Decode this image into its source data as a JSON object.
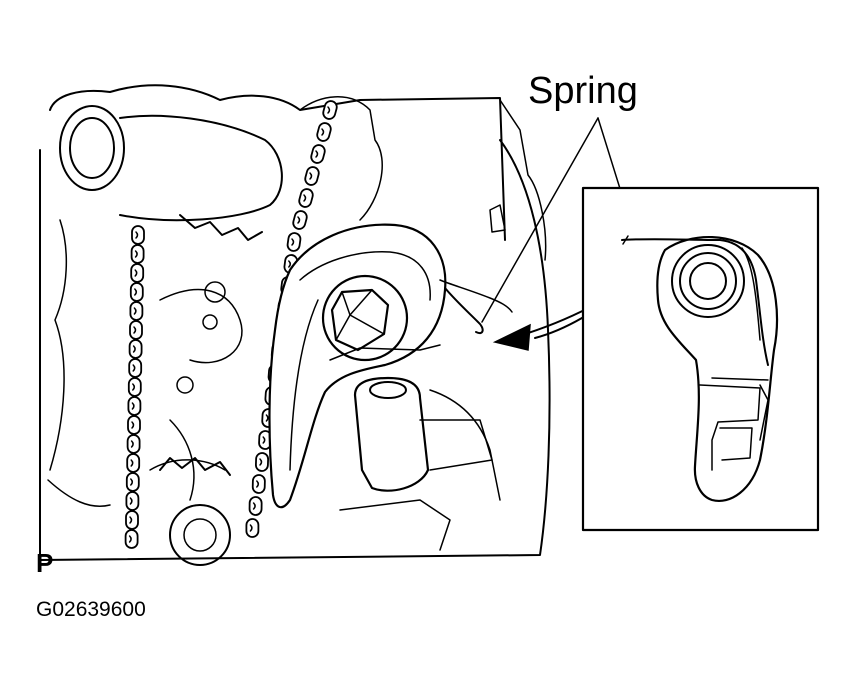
{
  "labels": {
    "callout": "Spring",
    "view_marker": "P",
    "figure_code": "G02639600"
  },
  "colors": {
    "ink": "#000000",
    "paper": "#ffffff"
  }
}
